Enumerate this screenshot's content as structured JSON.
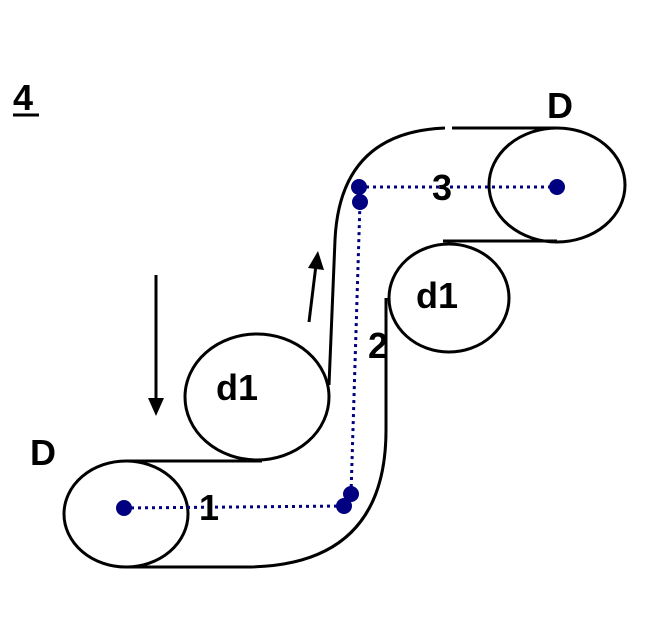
{
  "figure_number": "4",
  "labels": {
    "pulley_large_left": "D",
    "pulley_large_right": "D",
    "pulley_small_left": "d1",
    "pulley_small_right": "d1",
    "segment_1": "1",
    "segment_2": "2",
    "segment_3": "3"
  },
  "colors": {
    "belt": "#000000",
    "path_points": "#000080"
  }
}
